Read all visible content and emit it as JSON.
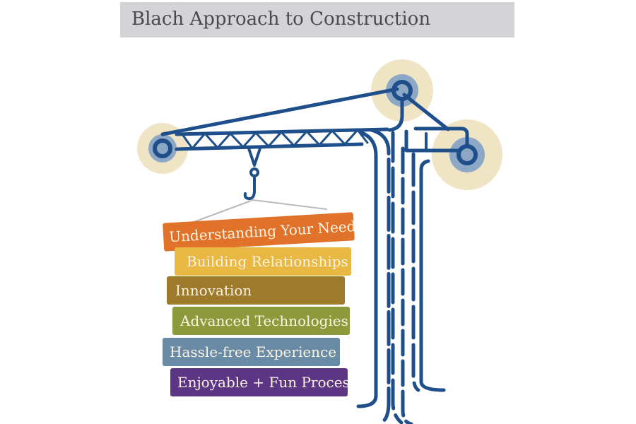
{
  "title": "Blach Approach to Construction",
  "colors": {
    "title_bar": "#d4d4d6",
    "crane": "#1f4f8a",
    "glow_outer": "#efe4c4",
    "glow_inner": "#8da8c6"
  },
  "blocks": [
    {
      "label": "Understanding Your Needs",
      "color": "#e0722a"
    },
    {
      "label": "Building Relationships",
      "color": "#e8b842"
    },
    {
      "label": "Innovation",
      "color": "#9d7a2c"
    },
    {
      "label": "Advanced Technologies",
      "color": "#8c9a3b"
    },
    {
      "label": "Hassle-free Experience",
      "color": "#6a8ba6"
    },
    {
      "label": "Enjoyable + Fun Process",
      "color": "#5d3585"
    }
  ]
}
